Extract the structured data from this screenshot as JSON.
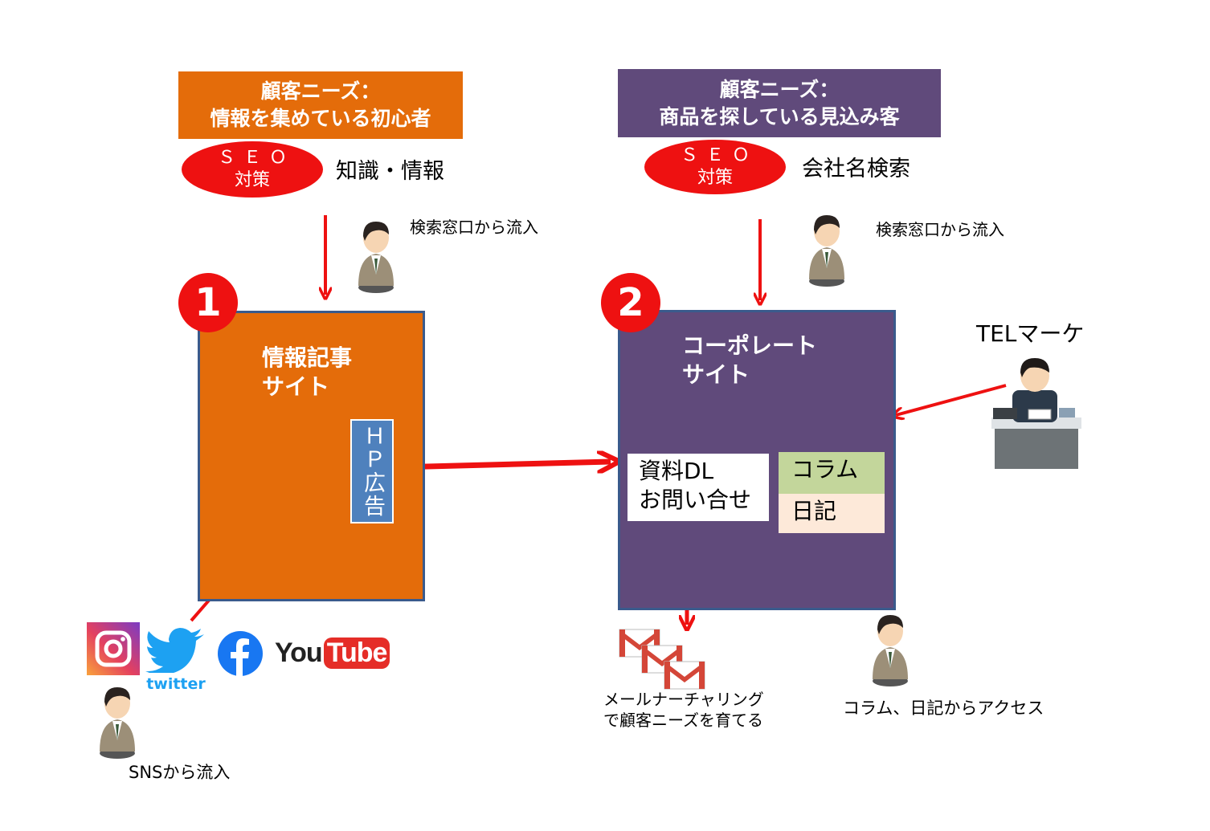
{
  "left": {
    "header_line1": "顧客ニーズ：",
    "header_line2": "情報を集めている初心者",
    "seo_line1": "ＳＥＯ",
    "seo_line2": "対策",
    "keyword": "知識・情報",
    "inflow": "検索窓口から流入",
    "badge": "1",
    "site_line1": "情報記事",
    "site_line2": "サイト",
    "ad_text": "ＨＰ広告",
    "sns_twitter": "twitter",
    "sns_youtube_you": "You",
    "sns_youtube_tube": "Tube",
    "sns_inflow": "SNSから流入"
  },
  "right": {
    "header_line1": "顧客ニーズ：",
    "header_line2": "商品を探している見込み客",
    "seo_line1": "ＳＥＯ",
    "seo_line2": "対策",
    "keyword": "会社名検索",
    "inflow": "検索窓口から流入",
    "badge": "2",
    "site_line1": "コーポレート",
    "site_line2": "サイト",
    "dl_line1": "資料DL",
    "dl_line2": "お問い合せ",
    "column": "コラム",
    "diary": "日記",
    "tel": "TELマーケ",
    "mail_line1": "メールナーチャリング",
    "mail_line2": "で顧客ニーズを育てる",
    "column_access": "コラム、日記からアクセス"
  },
  "colors": {
    "orange": "#e46c0a",
    "purple": "#604a7b",
    "red": "#ee1111",
    "blue_ad": "#4f81bd",
    "green_column": "#c3d69b",
    "peach_diary": "#fde9d9"
  },
  "icons": [
    "person-icon",
    "instagram-icon",
    "twitter-icon",
    "facebook-icon",
    "youtube-icon",
    "gmail-icon",
    "operator-icon",
    "arrow-icon"
  ]
}
